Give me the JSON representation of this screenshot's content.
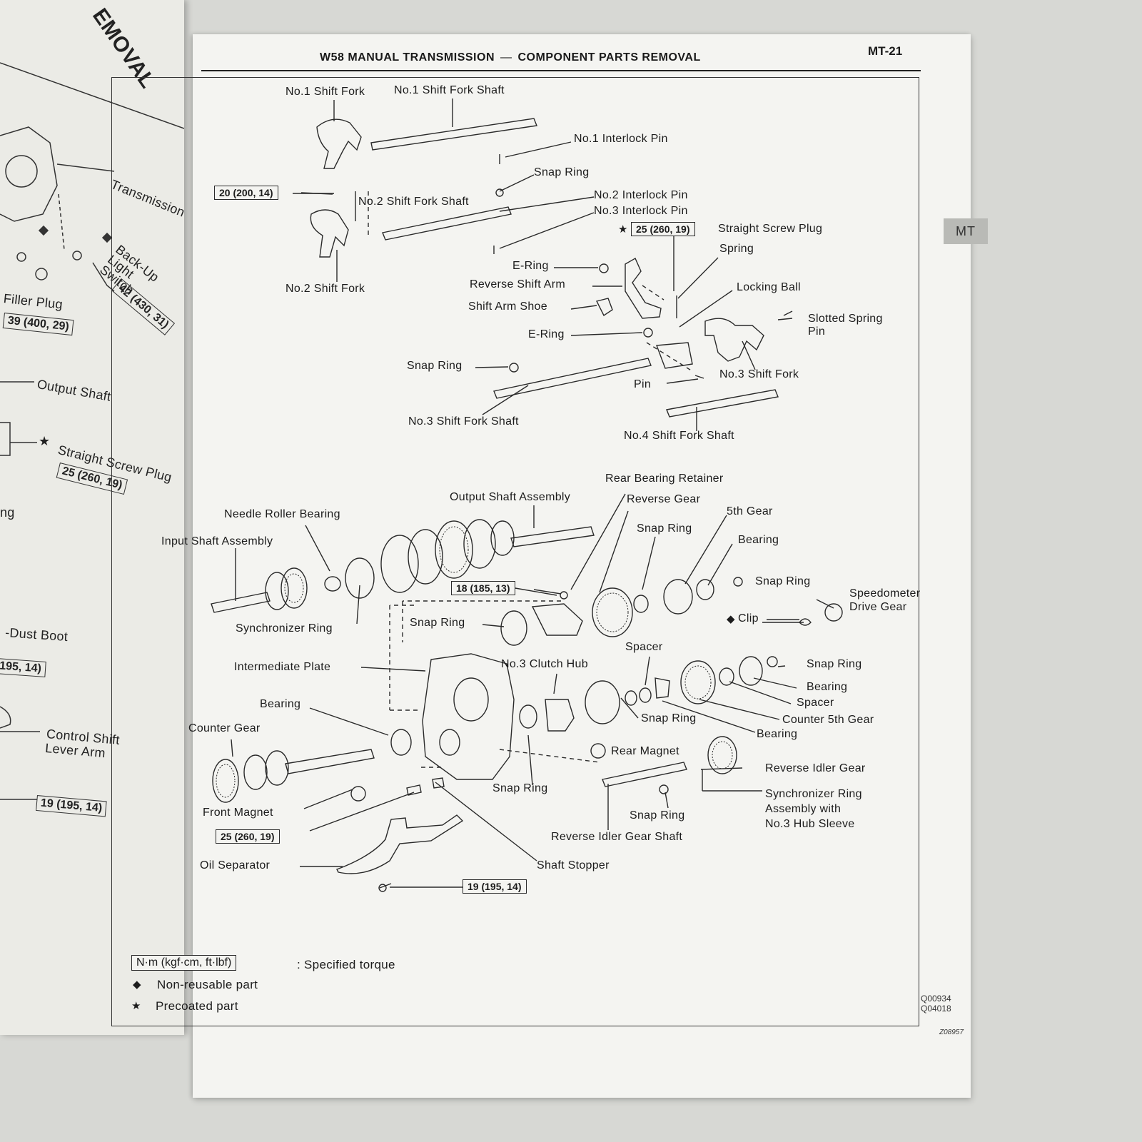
{
  "header": {
    "title": "W58 MANUAL TRANSMISSION",
    "separator": "—",
    "subtitle": "COMPONENT PARTS REMOVAL",
    "page": "MT-21"
  },
  "tab": {
    "label": "MT"
  },
  "left_page": {
    "title_fragment": "EMOVAL",
    "labels": {
      "transmission": "Transmission",
      "backup_switch": "Back-Up Light Switch",
      "filler_plug": "Filler Plug",
      "output_shaft": "Output Shaft",
      "straight_screw": "Straight Screw Plug",
      "ng": "ng",
      "dust_boot": "-Dust Boot",
      "control_shift_arm": "Control Shift Lever Arm"
    },
    "torques": {
      "backup": "42 (430, 31)",
      "filler": "39 (400, 29)",
      "screw": "25 (260, 19)",
      "dust": "195, 14)",
      "control": "19 (195, 14)"
    }
  },
  "parts": {
    "no1_shift_fork": "No.1 Shift Fork",
    "no1_shift_fork_shaft": "No.1 Shift Fork Shaft",
    "no1_interlock_pin": "No.1 Interlock Pin",
    "snap_ring_top": "Snap Ring",
    "no2_shift_fork_shaft": "No.2 Shift Fork Shaft",
    "no2_interlock_pin": "No.2 Interlock Pin",
    "no3_interlock_pin": "No.3 Interlock Pin",
    "straight_screw_plug": "Straight Screw Plug",
    "no2_shift_fork": "No.2 Shift Fork",
    "spring": "Spring",
    "e_ring_1": "E-Ring",
    "reverse_shift_arm": "Reverse Shift Arm",
    "locking_ball": "Locking Ball",
    "shift_arm_shoe": "Shift Arm Shoe",
    "slotted_spring_pin": "Slotted Spring\nPin",
    "e_ring_2": "E-Ring",
    "snap_ring_mid": "Snap Ring",
    "no3_shift_fork": "No.3 Shift Fork",
    "pin": "Pin",
    "no3_shift_fork_shaft": "No.3 Shift Fork Shaft",
    "no4_shift_fork_shaft": "No.4 Shift Fork Shaft",
    "rear_bearing_retainer": "Rear Bearing Retainer",
    "output_shaft_assembly": "Output Shaft Assembly",
    "reverse_gear": "Reverse Gear",
    "needle_roller_bearing": "Needle Roller Bearing",
    "fifth_gear": "5th Gear",
    "snap_ring_5th": "Snap Ring",
    "input_shaft_assembly": "Input Shaft Assembly",
    "bearing_top": "Bearing",
    "snap_ring_right": "Snap Ring",
    "speedometer_drive_gear": "Speedometer\nDrive Gear",
    "synchronizer_ring": "Synchronizer Ring",
    "snap_ring_retainer": "Snap Ring",
    "clip": "Clip",
    "spacer_top": "Spacer",
    "intermediate_plate": "Intermediate Plate",
    "no3_clutch_hub": "No.3 Clutch Hub",
    "snap_ring_counter": "Snap Ring",
    "bearing_counter": "Bearing",
    "spacer_counter": "Spacer",
    "bearing_left": "Bearing",
    "counter_5th_gear": "Counter 5th Gear",
    "snap_ring_hub": "Snap Ring",
    "bearing_hub": "Bearing",
    "counter_gear": "Counter Gear",
    "rear_magnet": "Rear Magnet",
    "reverse_idler_gear": "Reverse Idler Gear",
    "snap_ring_lower": "Snap Ring",
    "synchronizer_ring_assembly": "Synchronizer Ring\nAssembly with\nNo.3 Hub Sleeve",
    "front_magnet": "Front Magnet",
    "snap_ring_idler": "Snap Ring",
    "reverse_idler_gear_shaft": "Reverse Idler Gear Shaft",
    "oil_separator": "Oil Separator",
    "shaft_stopper": "Shaft Stopper"
  },
  "torques": {
    "fork_bolt": "20 (200, 14)",
    "screw_plug": "25 (260, 19)",
    "retainer": "18 (185, 13)",
    "front_magnet": "25 (260, 19)",
    "oil_separator": "19 (195, 14)"
  },
  "legend": {
    "torque_box": "N·m (kgf·cm, ft·lbf)",
    "torque_desc": ": Specified torque",
    "non_reusable_symbol": "◆",
    "non_reusable": "Non-reusable part",
    "precoated_symbol": "★",
    "precoated": "Precoated part"
  },
  "codes": {
    "ref1": "Q00934",
    "ref2": "Q04018",
    "figure": "Z08957"
  },
  "colors": {
    "ink": "#1c1c1c",
    "paper": "#f4f4f1",
    "tab": "#b9bab6"
  }
}
